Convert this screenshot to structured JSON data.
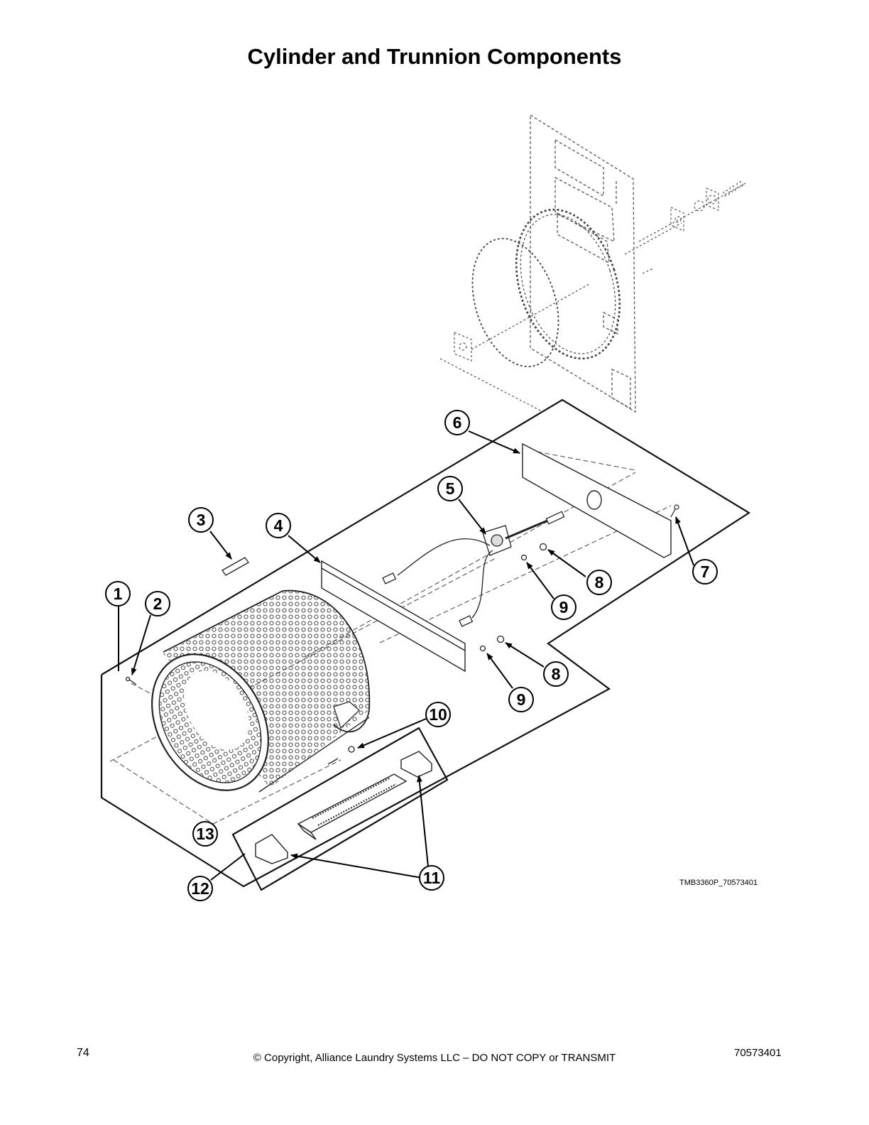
{
  "title": "Cylinder and Trunnion Components",
  "drawing_ref": "TMB3360P_70573401",
  "callouts": [
    "1",
    "2",
    "3",
    "4",
    "5",
    "6",
    "7",
    "8",
    "9",
    "8",
    "9",
    "10",
    "11",
    "12",
    "13"
  ],
  "footer": {
    "page_number": "74",
    "copyright": "© Copyright, Alliance Laundry Systems LLC – DO NOT COPY or TRANSMIT",
    "doc_number": "70573401"
  }
}
